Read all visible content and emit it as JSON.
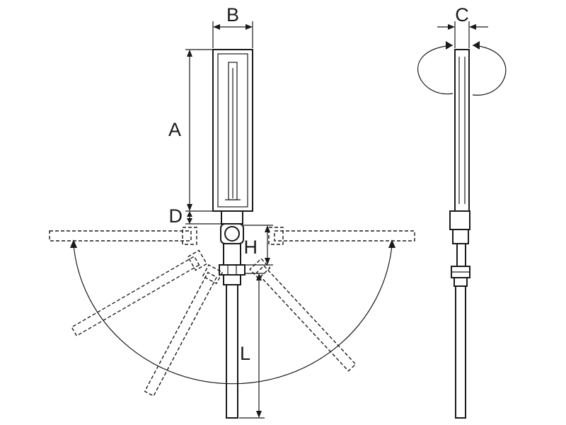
{
  "dimensions": {
    "a": "A",
    "b": "B",
    "c": "C",
    "d": "D",
    "h": "H",
    "l": "L"
  },
  "colors": {
    "line": "#1a1a1a",
    "background": "#ffffff"
  }
}
